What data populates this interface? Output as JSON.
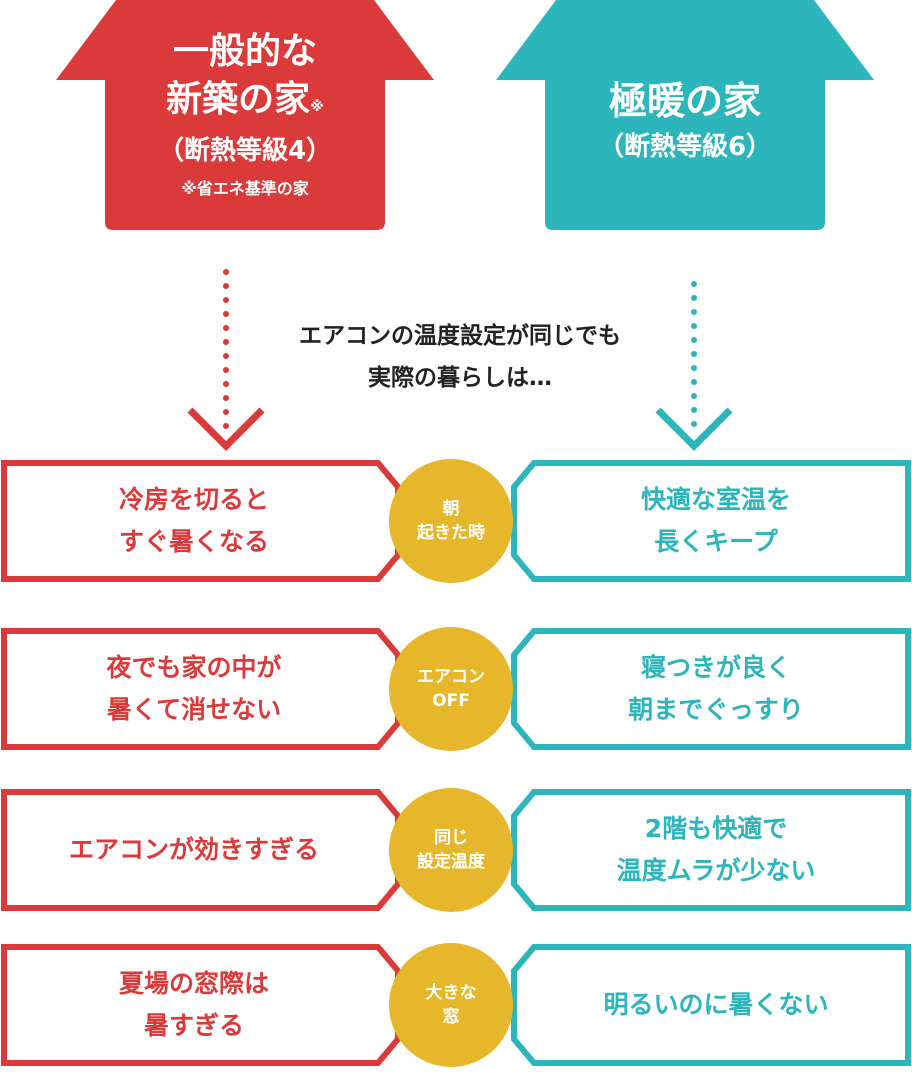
{
  "colors": {
    "red": "#db3a3b",
    "teal": "#2cb5ba",
    "yellow": "#e6b72a",
    "text_dark": "#222222"
  },
  "house_left": {
    "line1": "一般的な",
    "line2": "新築の家",
    "mark": "※",
    "line3": "（断熱等級4）",
    "line4": "※省エネ基準の家"
  },
  "house_right": {
    "line1": "極暖の家",
    "line2": "（断熱等級6）"
  },
  "middle": {
    "line1": "エアコンの温度設定が同じでも",
    "line2": "実際の暮らしは…"
  },
  "rows": [
    {
      "left": [
        "冷房を切ると",
        "すぐ暑くなる"
      ],
      "center": [
        "朝",
        "起きた時"
      ],
      "right": [
        "快適な室温を",
        "長くキープ"
      ]
    },
    {
      "left": [
        "夜でも家の中が",
        "暑くて消せない"
      ],
      "center": [
        "エアコン",
        "OFF"
      ],
      "right": [
        "寝つきが良く",
        "朝までぐっすり"
      ]
    },
    {
      "left": [
        "エアコンが効きすぎる"
      ],
      "center": [
        "同じ",
        "設定温度"
      ],
      "right": [
        "2階も快適で",
        "温度ムラが少ない"
      ]
    },
    {
      "left": [
        "夏場の窓際は",
        "暑すぎる"
      ],
      "center": [
        "大きな",
        "窓"
      ],
      "right": [
        "明るいのに暑くない"
      ]
    }
  ]
}
